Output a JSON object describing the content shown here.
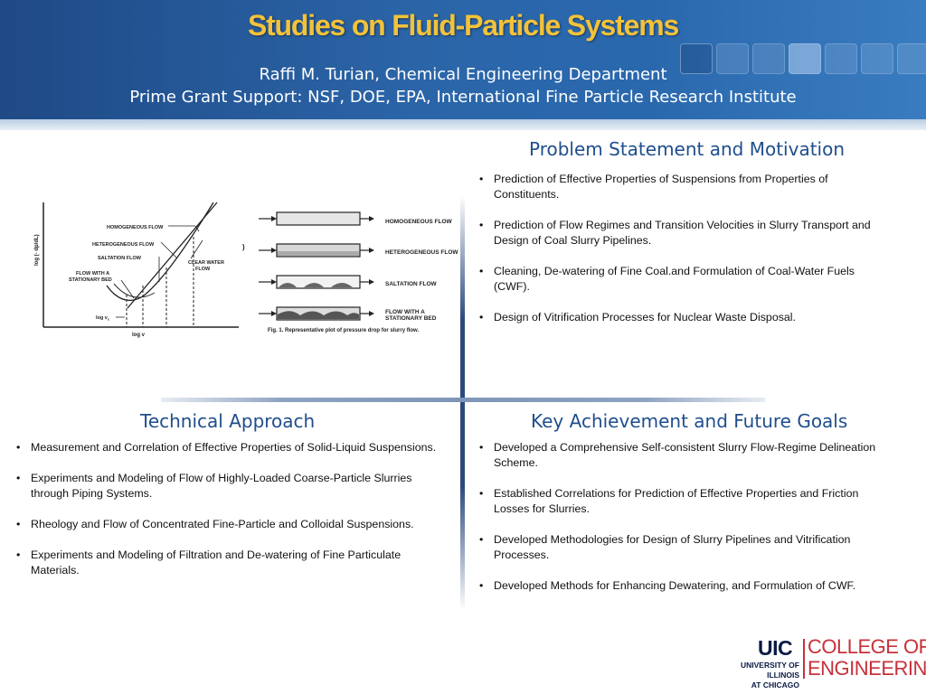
{
  "header": {
    "title": "Studies on Fluid-Particle Systems",
    "subtitle1": "Raffi M. Turian, Chemical Engineering Department",
    "subtitle2": "Prime Grant Support: NSF, DOE, EPA, International Fine Particle Research Institute"
  },
  "problem": {
    "heading": "Problem Statement and Motivation",
    "items": [
      "Prediction of Effective Properties of Suspensions from Properties of Constituents.",
      "Prediction of Flow Regimes and Transition Velocities  in Slurry Transport and Design of Coal Slurry Pipelines.",
      "Cleaning, De-watering of Fine Coal.and Formulation of Coal-Water Fuels (CWF).",
      "Design of Vitrification Processes for Nuclear Waste Disposal."
    ]
  },
  "technical": {
    "heading": "Technical Approach",
    "items": [
      "Measurement and Correlation of Effective Properties of Solid-Liquid Suspensions.",
      "Experiments and Modeling of Flow  of Highly-Loaded Coarse-Particle Slurries through Piping Systems.",
      "Rheology and Flow  of Concentrated Fine-Particle and Colloidal Suspensions.",
      "Experiments and Modeling of  Filtration and De-watering of Fine Particulate Materials."
    ]
  },
  "key": {
    "heading": "Key Achievement and Future Goals",
    "items": [
      "Developed a Comprehensive Self-consistent Slurry Flow-Regime Delineation Scheme.",
      "Established Correlations for Prediction of Effective Properties and Friction Losses for Slurries.",
      "Developed Methodologies for Design of Slurry Pipelines and Vitrification Processes.",
      "Developed Methods for Enhancing Dewatering, and Formulation of CWF."
    ]
  },
  "figure": {
    "labels": {
      "homogeneous": "HOMOGENEOUS FLOW",
      "heterogeneous": "HETEROGENEOUS FLOW",
      "saltation": "SALTATION FLOW",
      "stationary_bed_1": "FLOW WITH A",
      "stationary_bed_2": "STATIONARY BED",
      "clear_water_1": "CLEAR WATER",
      "clear_water_2": "FLOW",
      "y_axis": "log (- dp/dL)",
      "x_axis": "log v",
      "vc": "log v",
      "vc_sub": "c"
    },
    "pipes": [
      "HOMOGENEOUS FLOW",
      "HETEROGENEOUS FLOW",
      "SALTATION FLOW",
      "FLOW WITH A",
      "STATIONARY BED"
    ],
    "caption": "Fig. 1. Representative plot of pressure drop for slurry flow."
  },
  "logo": {
    "uic": "UIC",
    "university_1": "UNIVERSITY OF ILLINOIS",
    "university_2": "AT CHICAGO",
    "college_1": "COLLEGE OF",
    "college_2": "ENGINEERING"
  },
  "colors": {
    "header_blue": "#2b65a8",
    "title_gold": "#f2c23a",
    "heading_blue": "#1f4e8c",
    "logo_red": "#c7313b",
    "logo_navy": "#0a1a44"
  }
}
